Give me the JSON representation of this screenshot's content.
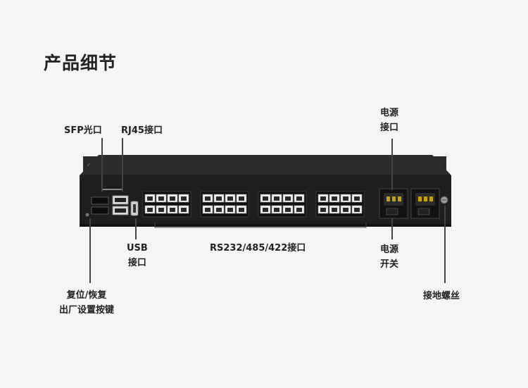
{
  "title": "产品细节",
  "labels": {
    "sfp": "SFP光口",
    "rj45": "RJ45接口",
    "power_port_1": "电源",
    "power_port_2": "接口",
    "usb_1": "USB",
    "usb_2": "接口",
    "serial": "RS232/485/422接口",
    "power_switch_1": "电源",
    "power_switch_2": "开关",
    "reset_1": "复位/恢复",
    "reset_2": "出厂设置按键",
    "ground": "接地螺丝"
  },
  "device": {
    "serial_port_count": 32,
    "port_group_count": 4,
    "power_module_count": 2,
    "colors": {
      "chassis": "#1e1e20",
      "panel": "#141416",
      "port": "#eef0f2",
      "accent": "#c8a400"
    }
  }
}
